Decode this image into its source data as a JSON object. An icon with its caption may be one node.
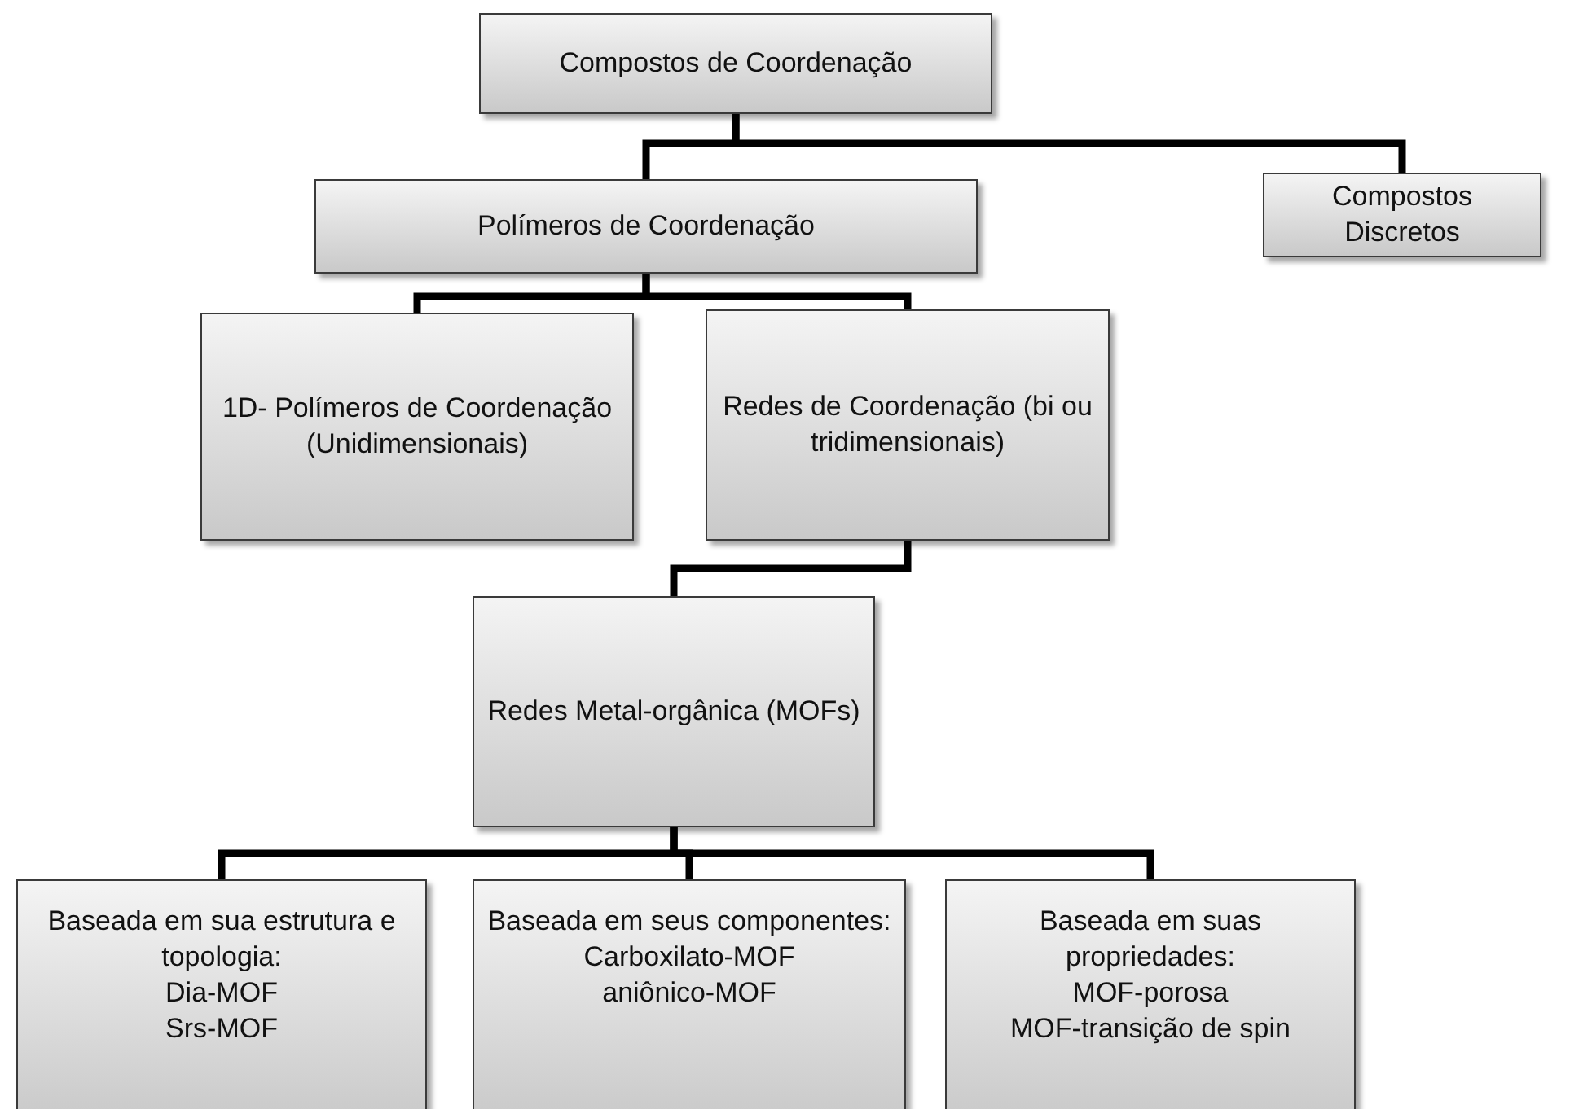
{
  "diagram": {
    "nodes": [
      {
        "text": [
          "Compostos de Coordenação"
        ]
      },
      {
        "text": [
          "Polímeros de Coordenação"
        ]
      },
      {
        "text": [
          "Compostos Discretos"
        ]
      },
      {
        "text": [
          "1D- Polímeros de Coordenação (Unidimensionais)"
        ]
      },
      {
        "text": [
          "Redes de Coordenação (bi ou tridimensionais)"
        ]
      },
      {
        "text": [
          "Redes Metal-orgânica (MOFs)"
        ]
      },
      {
        "text": [
          "Baseada em sua estrutura e topologia:",
          "Dia-MOF",
          "Srs-MOF"
        ]
      },
      {
        "text": [
          "Baseada em seus componentes:",
          "Carboxilato-MOF",
          "aniônico-MOF"
        ]
      },
      {
        "text": [
          "Baseada em suas propriedades:",
          "MOF-porosa",
          "MOF-transição de spin"
        ]
      }
    ],
    "edges": [
      {
        "from": 0,
        "to": 1,
        "arrow": "none"
      },
      {
        "from": 0,
        "to": 2,
        "arrow": "none"
      },
      {
        "from": 1,
        "to": 3,
        "arrow": "none"
      },
      {
        "from": 1,
        "to": 4,
        "arrow": "none"
      },
      {
        "from": 4,
        "to": 5,
        "arrow": "none"
      },
      {
        "from": 5,
        "to": 6,
        "arrow": "none"
      },
      {
        "from": 5,
        "to": 7,
        "arrow": "none"
      },
      {
        "from": 5,
        "to": 8,
        "arrow": "none"
      }
    ]
  }
}
